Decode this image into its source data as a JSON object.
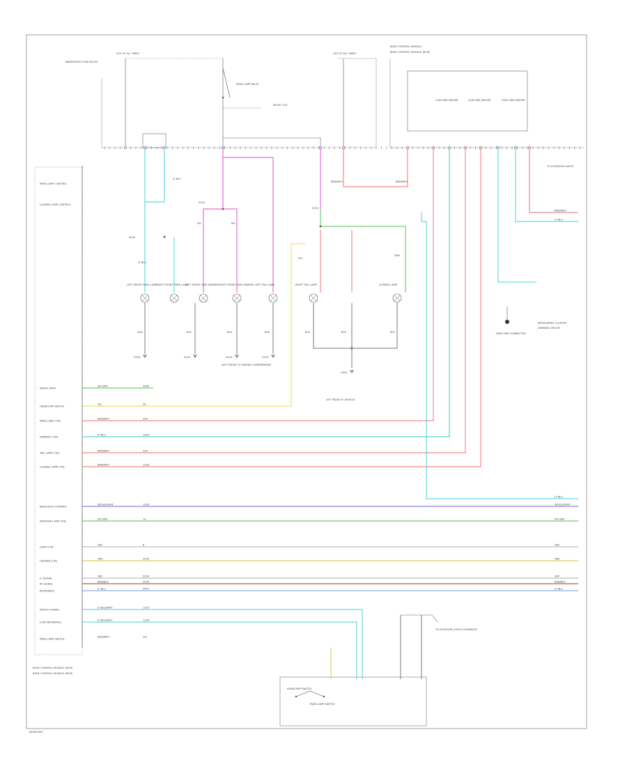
{
  "diagram": {
    "footer_code": "W0000000",
    "top_fuses": [
      {
        "id": "fuse-left",
        "lines": [
          "HOT AT ALL TIMES"
        ]
      },
      {
        "id": "fuse-mid",
        "lines": [
          "HOT AT ALL TIMES"
        ]
      }
    ],
    "top_blocks": [
      {
        "id": "underhood-fuse-block",
        "lines": [
          "UNDERHOOD FUSE BLOCK"
        ]
      },
      {
        "id": "body-control-module",
        "lines": [
          "BODY CONTROL MODULE"
        ]
      }
    ],
    "module_block_lines": [
      "BODY CONTROL MODULE (BCM)"
    ],
    "module_internals": [
      {
        "id": "output-1",
        "lines": [
          "LOW SIDE DRIVER"
        ]
      },
      {
        "id": "output-2",
        "lines": [
          "LOW SIDE DRIVER"
        ]
      },
      {
        "id": "output-3",
        "lines": [
          "HIGH SIDE DRIVER"
        ]
      }
    ],
    "relay_label": [
      "PARK LAMP RELAY"
    ],
    "relay_coil_label": [
      "RELAY COIL"
    ],
    "splice_labels": [
      "S200",
      "S201",
      "S202"
    ],
    "right_exit_label": "TO EXTERIOR LIGHTS",
    "left_module_lines": [
      "BODY CONTROL MODULE (BCM)"
    ],
    "left_pins": [
      "PARK LAMP CONTROL",
      "LICENSE LAMP CONTROL"
    ],
    "lamps": [
      {
        "id": "lamp-1",
        "lines": [
          "LEFT FRONT PARK LAMP"
        ]
      },
      {
        "id": "lamp-2",
        "lines": [
          "RIGHT FRONT PARK LAMP"
        ]
      },
      {
        "id": "lamp-3",
        "lines": [
          "LEFT FRONT SIDE MARKER"
        ]
      },
      {
        "id": "lamp-4",
        "lines": [
          "RIGHT FRONT SIDE MARKER"
        ]
      },
      {
        "id": "lamp-5",
        "lines": [
          "LEFT TAIL LAMP"
        ]
      },
      {
        "id": "lamp-6",
        "lines": [
          "RIGHT TAIL LAMP"
        ]
      },
      {
        "id": "lamp-7",
        "lines": [
          "LICENSE LAMP"
        ]
      }
    ],
    "grounds": [
      {
        "id": "g1",
        "label": "G100"
      },
      {
        "id": "g2",
        "label": "G101"
      },
      {
        "id": "g3",
        "label": "G102"
      },
      {
        "id": "g4",
        "label": "G103"
      },
      {
        "id": "g5",
        "label": "G300"
      }
    ],
    "ground_notes": [
      {
        "id": "gn-1",
        "lines": [
          "LEFT FRONT OF ENGINE COMPARTMENT"
        ]
      },
      {
        "id": "gn-2",
        "lines": [
          "LEFT REAR OF VEHICLE"
        ]
      }
    ],
    "connector_note": [
      "DATA LINK CONNECTOR"
    ],
    "right_side_note": [
      "INSTRUMENT CLUSTER",
      "DIMMING CIRCUIT"
    ],
    "signal_rows": [
      {
        "id": "row-1",
        "label": "SERIAL DATA",
        "wire": "DK GRN",
        "circuit": "5060"
      },
      {
        "id": "row-2",
        "label": "HEADLAMP SWITCH",
        "wire": "YEL",
        "circuit": "30"
      },
      {
        "id": "row-3",
        "label": "PARK LAMP CTRL",
        "wire": "BRN/WHT",
        "circuit": "309"
      },
      {
        "id": "row-4",
        "label": "DIMMING CTRL",
        "wire": "LT BLU",
        "circuit": "1320"
      },
      {
        "id": "row-5",
        "label": "TAIL LAMP CTRL",
        "wire": "BRN/WHT",
        "circuit": "309"
      },
      {
        "id": "row-6",
        "label": "LICENSE LAMP CTRL",
        "wire": "BRN/WHT",
        "circuit": "1309"
      },
      {
        "id": "row-7",
        "label": "BACKLIGHT CONTROL",
        "wire": "DK BLU/WHT",
        "circuit": "1334"
      },
      {
        "id": "row-8",
        "label": "INTERIOR LAMP CTRL",
        "wire": "DK GRN",
        "circuit": "10"
      },
      {
        "id": "row-9",
        "label": "LAMP CTRL",
        "wire": "GRY",
        "circuit": "8"
      },
      {
        "id": "row-10",
        "label": "HAZARD CTRL",
        "wire": "TAN",
        "circuit": "2520"
      },
      {
        "id": "row-11",
        "label": "LT SIGNAL",
        "wire": "GRY",
        "circuit": "5053"
      },
      {
        "id": "row-12",
        "label": "RT SIGNAL",
        "wire": "BRN/BLK",
        "circuit": "5054"
      },
      {
        "id": "row-13",
        "label": "REFERENCE",
        "wire": "LT BLU",
        "circuit": "5057"
      },
      {
        "id": "row-14",
        "label": "SWITCH SIGNAL",
        "wire": "LT BLU/WHT",
        "circuit": "1325"
      },
      {
        "id": "row-15",
        "label": "LOW REFERENCE",
        "wire": "LT BLU/WHT",
        "circuit": "1326"
      },
      {
        "id": "row-16",
        "label": "PARK LAMP SWITCH",
        "wire": "BRN/WHT",
        "circuit": "241"
      }
    ],
    "right_row_labels": [
      "LT BLU",
      "DK BLU/WHT",
      "DK GRN",
      "GRY",
      "TAN",
      "GRY",
      "BRN/BLK",
      "LT BLU",
      "BRN/WHT",
      "LT BLU"
    ],
    "bottom_switch_box_lines": [
      "HEADLAMP SWITCH"
    ],
    "bottom_switch_label": [
      "PARK LAMP SWITCH"
    ],
    "bottom_right_note": [
      "TO EXTERIOR LIGHTS SCHEMATIC"
    ],
    "bottom_left_note": [
      "BODY CONTROL MODULE (BCM)"
    ],
    "small_labels": [
      "PPL",
      "PPL",
      "BRN/WHT",
      "BRN/WHT",
      "LT BLU",
      "LT BLU",
      "BLK",
      "BLK",
      "BLK",
      "BLK",
      "BLK",
      "BLK",
      "BLK",
      "GRN",
      "YEL"
    ]
  }
}
